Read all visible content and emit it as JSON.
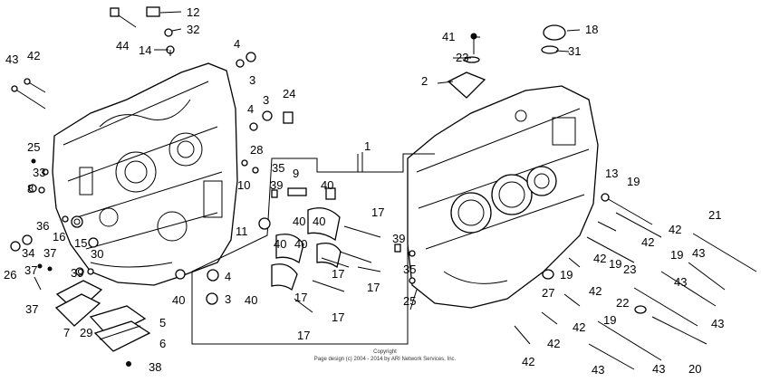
{
  "callouts": [
    "1",
    "2",
    "3",
    "3",
    "3",
    "4",
    "4",
    "4",
    "5",
    "6",
    "7",
    "8",
    "9",
    "10",
    "11",
    "12",
    "13",
    "14",
    "15",
    "16",
    "17",
    "17",
    "17",
    "17",
    "17",
    "17",
    "18",
    "19",
    "19",
    "19",
    "19",
    "19",
    "20",
    "21",
    "22",
    "23",
    "23",
    "24",
    "25",
    "25",
    "26",
    "27",
    "28",
    "29",
    "30",
    "31",
    "32",
    "33",
    "34",
    "35",
    "35",
    "36",
    "37",
    "37",
    "37",
    "38",
    "39",
    "39",
    "39",
    "40",
    "40",
    "40",
    "40",
    "40",
    "40",
    "40",
    "41",
    "42",
    "42",
    "42",
    "42",
    "42",
    "42",
    "42",
    "42",
    "43",
    "43",
    "43",
    "43",
    "43",
    "43",
    "44"
  ],
  "copyright": {
    "line1": "Copyright",
    "line2": "Page design (c) 2004 - 2014 by ARI Network Services, Inc."
  },
  "colors": {
    "ink": "#000000",
    "paper": "#ffffff"
  }
}
